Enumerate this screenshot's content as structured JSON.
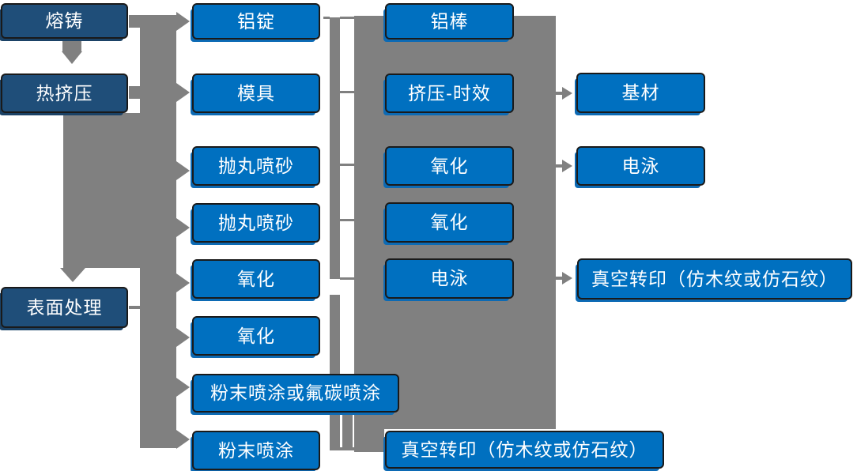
{
  "colors": {
    "stage_box_blue": "#1F4E79",
    "process_box_blue": "#0070C0",
    "connector_gray": "#808080",
    "box_text": "#FFFFFF"
  },
  "nodes": {
    "col1": [
      "熔铸",
      "热挤压",
      "表面处理"
    ],
    "col2": [
      "铝锭",
      "模具",
      "抛丸喷砂",
      "抛丸喷砂",
      "氧化",
      "氧化",
      "粉末喷涂或氟碳喷涂",
      "粉末喷涂"
    ],
    "col3": [
      "铝棒",
      "挤压-时效",
      "氧化",
      "氧化",
      "电泳"
    ],
    "col4": [
      "基材",
      "电泳",
      "真空转印（仿木纹或仿石纹）"
    ],
    "bottom": [
      "真空转印（仿木纹或仿石纹）"
    ]
  }
}
